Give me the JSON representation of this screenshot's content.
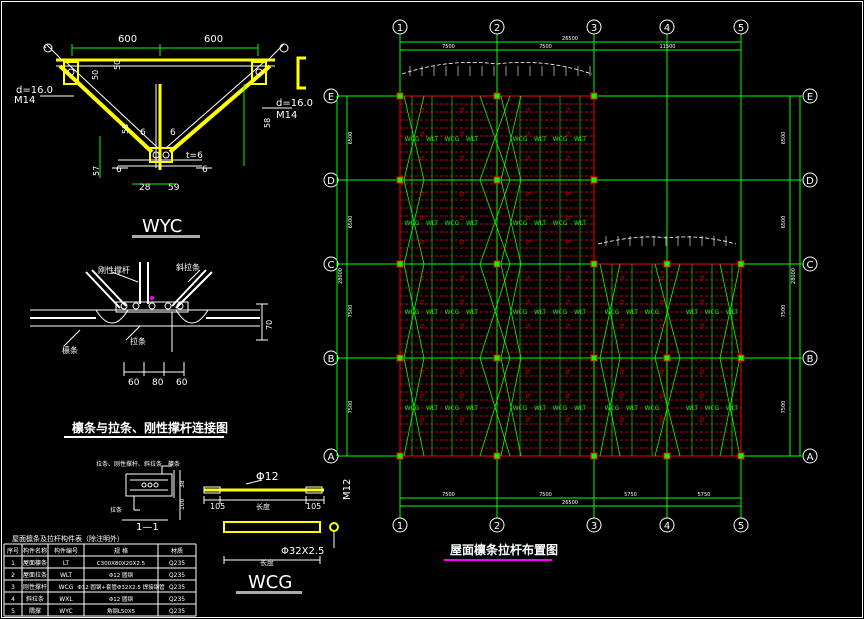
{
  "colors": {
    "background": "#000000",
    "axis": "#00ff00",
    "column": "#ff0000",
    "purlin": "#ff0000",
    "brace": "#00ff00",
    "member": "#ffff00",
    "dimension": "#00ff00",
    "text": "#ffffff",
    "title_underline": "#ff00ff",
    "magenta": "#ff00ff",
    "cyan": "#00ffff"
  },
  "wyc": {
    "dims_top": [
      "600",
      "600"
    ],
    "left_note": "d=16.0",
    "left_note2": "M14",
    "right_note": "d=16.0",
    "right_note2": "M14",
    "small": [
      "50",
      "50",
      "58",
      "58",
      "6",
      "6",
      "6",
      "6",
      "28",
      "59",
      "57",
      "t=6"
    ],
    "title": "WYC"
  },
  "purlin_detail": {
    "label_rigid": "刚性撑杆",
    "label_tie": "斜拉条",
    "label_purlin": "檩条",
    "label_rod": "拉条",
    "dims": [
      "60",
      "80",
      "60"
    ],
    "depth": "70",
    "title": "檩条与拉条、刚性撑杆连接图"
  },
  "section_11": {
    "label_a": "拉条、刚性撑杆、斜拉条",
    "label_b": "檩条",
    "label_c": "拉条",
    "title": "1—1"
  },
  "rod_detail": {
    "dia": "Φ12",
    "thread": "M12",
    "end_left": "105",
    "end_right": "105",
    "len": "长度",
    "tube": "Φ32X2.5",
    "tube_len": "长度",
    "title": "WCG"
  },
  "table": {
    "title": "屋面檩条及拉杆构件表（除注明外）",
    "headers": [
      "序号",
      "构件名称",
      "构件编号",
      "规  格",
      "材质"
    ],
    "rows": [
      [
        "1",
        "屋面檩条",
        "LT",
        "C300X80X20X2.5",
        "Q235"
      ],
      [
        "2",
        "屋面拉条",
        "WLT",
        "Φ12 圆钢",
        "Q235"
      ],
      [
        "3",
        "刚性撑杆",
        "WCG",
        "Φ12 圆钢+套管Φ32X2.5 焊接钢管",
        "Q235"
      ],
      [
        "4",
        "斜拉条",
        "WXL",
        "Φ12 圆钢",
        "Q235"
      ],
      [
        "5",
        "隅撑",
        "WYC",
        "角钢L50X5",
        "Q235"
      ]
    ]
  },
  "plan": {
    "axes_x": [
      "1",
      "2",
      "3",
      "4",
      "5"
    ],
    "axes_y": [
      "E",
      "D",
      "C",
      "B",
      "A"
    ],
    "top_dims": [
      "7500",
      "7500",
      "11500"
    ],
    "top_total": "26500",
    "bottom_dims": [
      "7500",
      "7500",
      "5750",
      "5750"
    ],
    "bottom_total": "26500",
    "left_dims": [
      "6500",
      "6500",
      "7500",
      "7500"
    ],
    "left_total": "28000",
    "right_dims": [
      "6500",
      "6500",
      "7500",
      "7500"
    ],
    "right_total": "28000",
    "labels": [
      "WCG",
      "WLT",
      "WXL",
      "LT",
      "WYC"
    ],
    "title": "屋面檩条拉杆布置图"
  }
}
